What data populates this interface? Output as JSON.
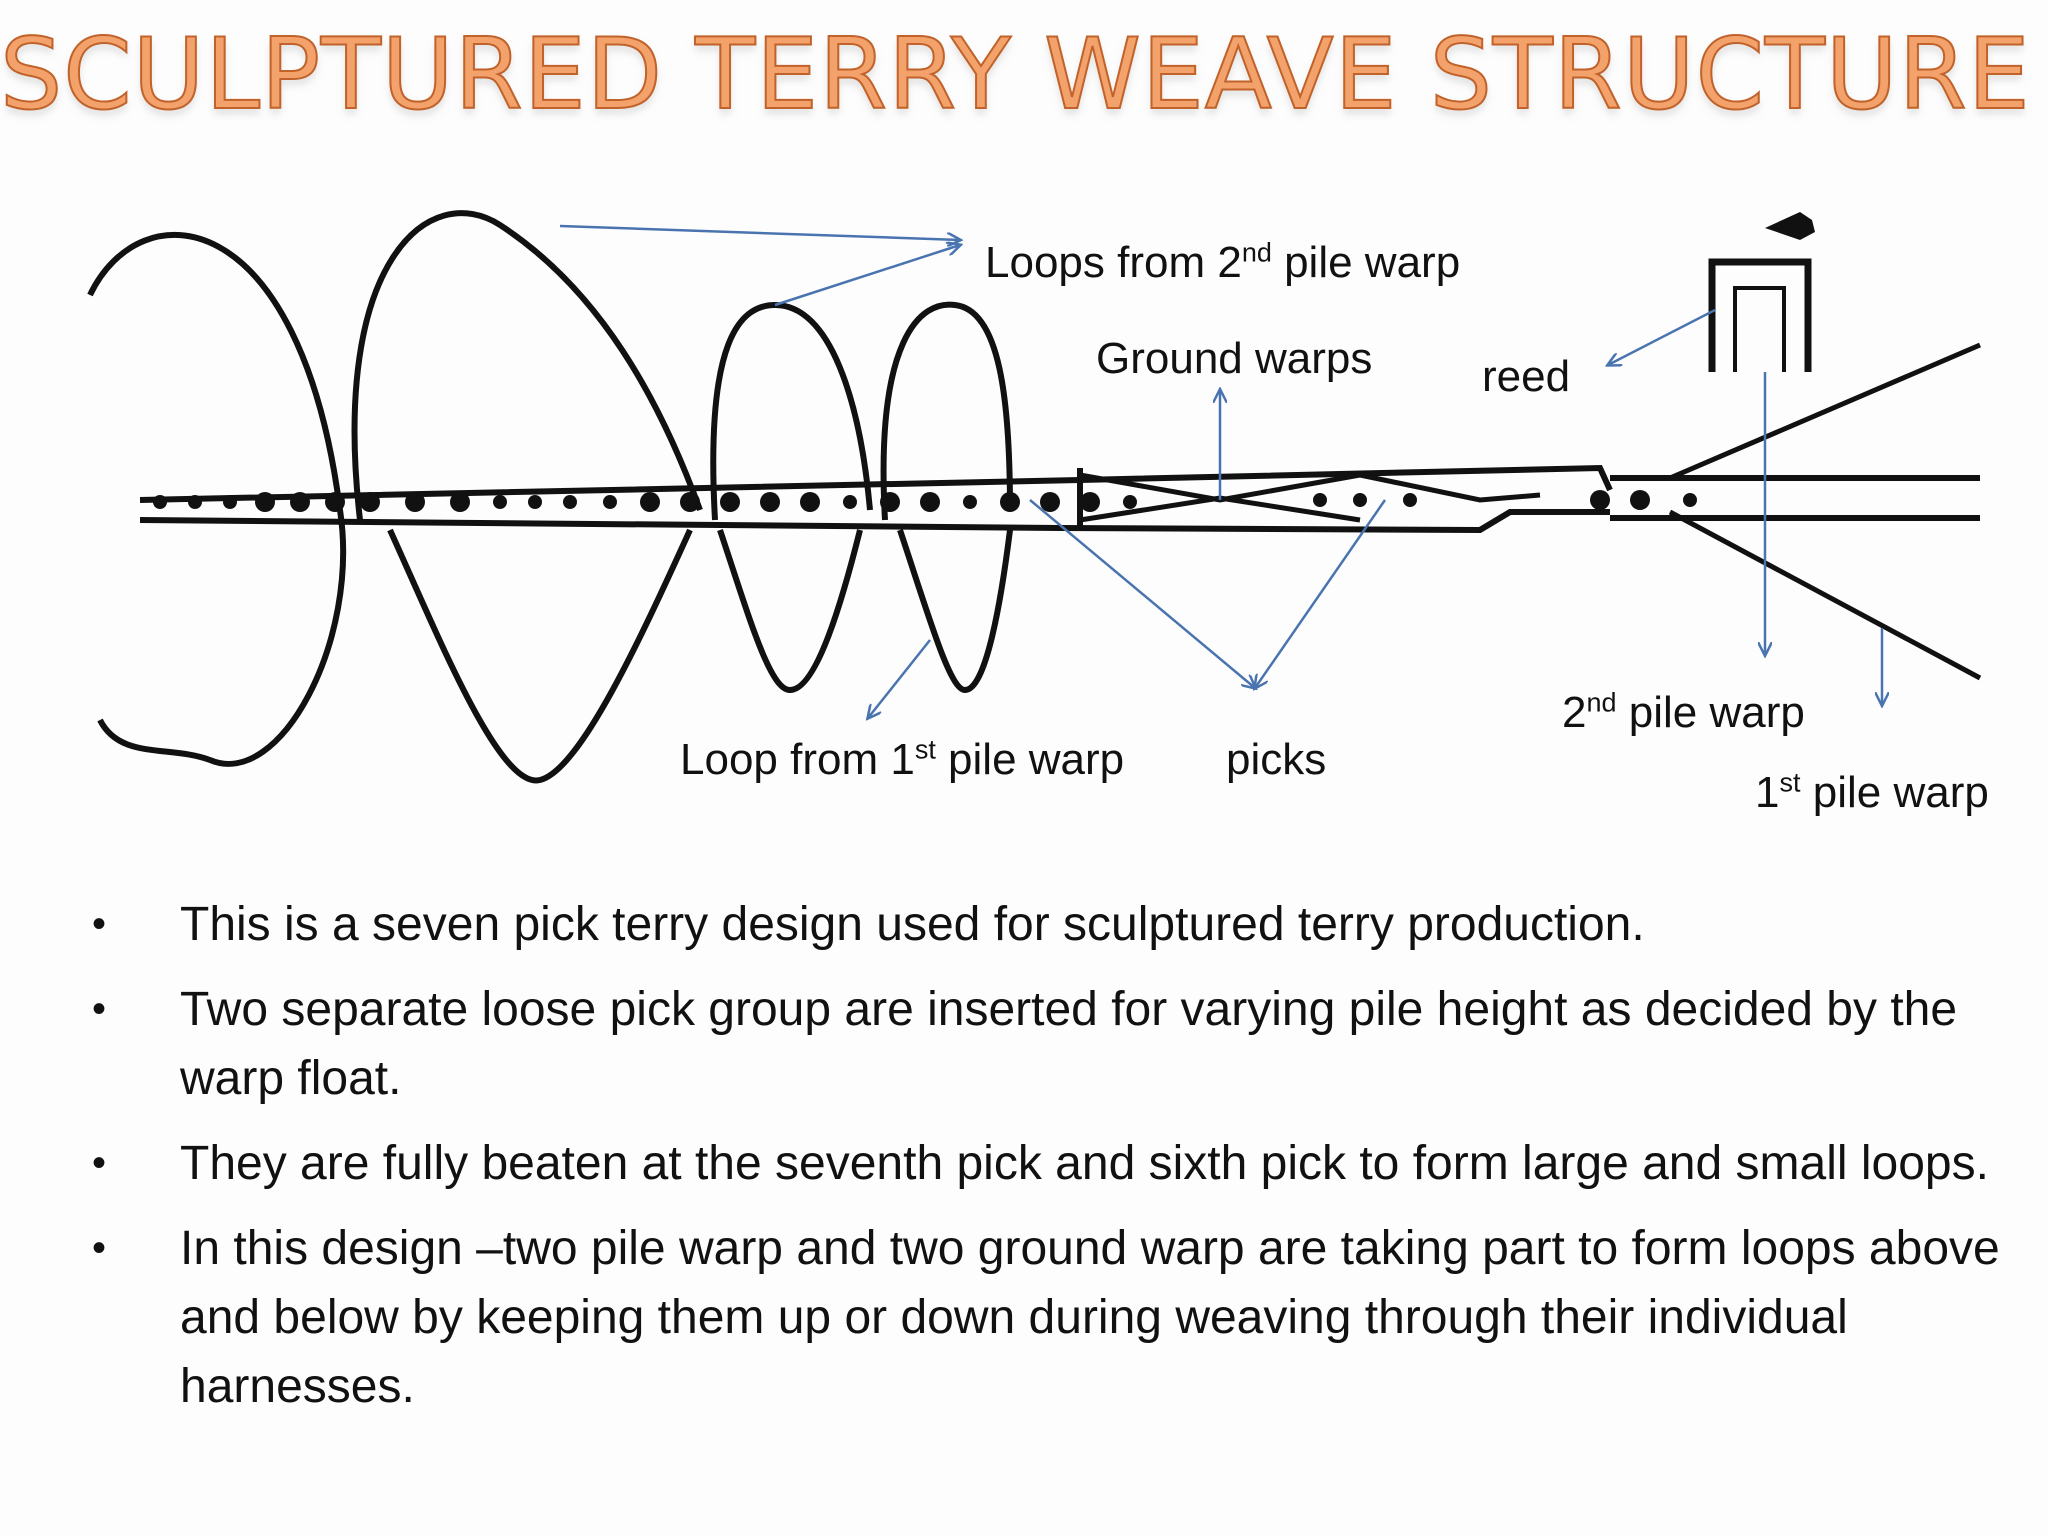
{
  "title": "SCULPTURED TERRY WEAVE STRUCTURE",
  "labels": {
    "loops_2nd": {
      "pre": "Loops from 2",
      "sup": "nd",
      "post": " pile warp"
    },
    "ground_warps": "Ground warps",
    "reed": "reed",
    "loop_1st": {
      "pre": "Loop from 1",
      "sup": "st",
      "post": " pile warp"
    },
    "picks": "picks",
    "pile_2nd": {
      "pre": "2",
      "sup": "nd",
      "post": " pile warp"
    },
    "pile_1st": {
      "pre": "1",
      "sup": "st",
      "post": " pile warp"
    }
  },
  "bullets": [
    "This is a seven pick terry design used for sculptured terry production.",
    "Two separate loose pick group are inserted for varying pile height as decided by the warp float.",
    "They are fully beaten at the seventh pick and sixth pick to form large and small loops.",
    "In this design –two pile warp and two ground warp are taking part to form loops above and below by keeping them up or down during weaving through their individual harnesses."
  ],
  "colors": {
    "title_fill": "#f4a26b",
    "title_stroke": "#c0622a",
    "arrow": "#4a74b0",
    "ink": "#111111"
  },
  "icons": {
    "bullet": "bullet-dot-icon",
    "arrow": "arrow-icon"
  }
}
